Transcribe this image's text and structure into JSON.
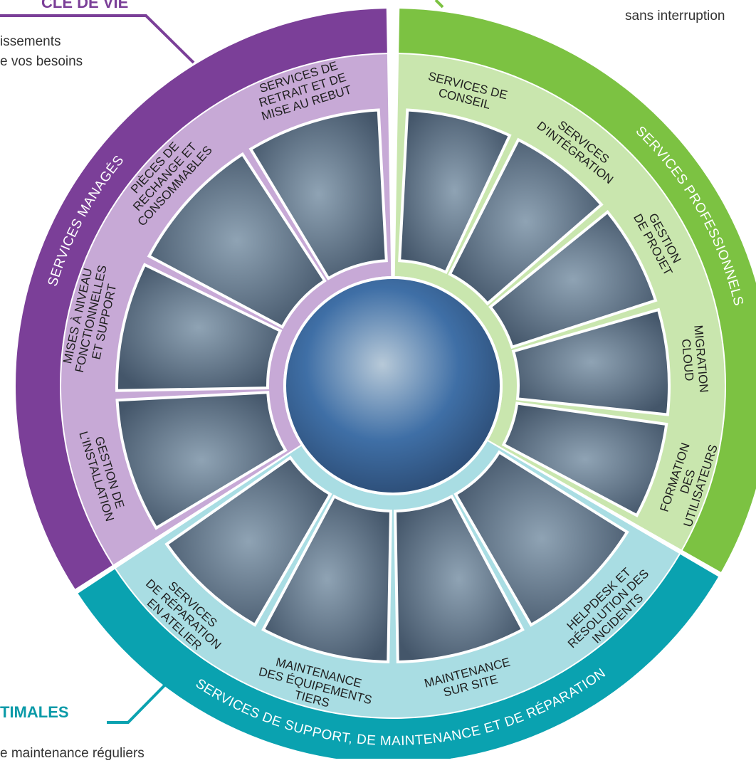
{
  "corners": {
    "top_left_heading": "CLE DE VIE",
    "top_left_lines": [
      "issements",
      "e vos besoins"
    ],
    "top_right_line": "sans interruption",
    "bottom_left_heading": "TIMALES",
    "bottom_left_line": "e maintenance réguliers"
  },
  "colors": {
    "managed": "#7b3f98",
    "managed_light": "#c7a9d6",
    "professional": "#7cc242",
    "professional_light": "#c9e6ae",
    "support": "#0aa2b0",
    "support_light": "#a9dde3",
    "photo_fill": "#5d7183"
  },
  "rings": [
    {
      "id": "managed",
      "label": "SERVICES MANAGÉS"
    },
    {
      "id": "professional",
      "label": "SERVICES PROFESSIONNELS"
    },
    {
      "id": "support",
      "label": "SERVICES DE SUPPORT, DE MAINTENANCE ET DE RÉPARATION"
    }
  ],
  "segments": [
    {
      "group": "professional",
      "lines": [
        "SERVICES DE",
        "CONSEIL"
      ]
    },
    {
      "group": "professional",
      "lines": [
        "SERVICES",
        "D'INTÉGRATION"
      ]
    },
    {
      "group": "professional",
      "lines": [
        "GESTION",
        "DE PROJET"
      ]
    },
    {
      "group": "professional",
      "lines": [
        "MIGRATION",
        "CLOUD"
      ]
    },
    {
      "group": "professional",
      "lines": [
        "FORMATION",
        "DES",
        "UTILISATEURS"
      ]
    },
    {
      "group": "support",
      "lines": [
        "HELPDESK ET",
        "RÉSOLUTION DES",
        "INCIDENTS"
      ]
    },
    {
      "group": "support",
      "lines": [
        "MAINTENANCE",
        "SUR SITE"
      ]
    },
    {
      "group": "support",
      "lines": [
        "MAINTENANCE",
        "DES ÉQUIPEMENTS",
        "TIERS"
      ]
    },
    {
      "group": "support",
      "lines": [
        "SERVICES",
        "DE RÉPARATION",
        "EN ATELIER"
      ]
    },
    {
      "group": "managed",
      "lines": [
        "GESTION DE",
        "L'INSTALLATION"
      ]
    },
    {
      "group": "managed",
      "lines": [
        "MISES À NIVEAU",
        "FONCTIONNELLES",
        "ET SUPPORT"
      ]
    },
    {
      "group": "managed",
      "lines": [
        "PIÈCES DE",
        "RECHANGE ET",
        "CONSOMMABLES"
      ]
    },
    {
      "group": "managed",
      "lines": [
        "SERVICES DE",
        "RETRAIT ET DE",
        "MISE AU REBUT"
      ]
    }
  ]
}
